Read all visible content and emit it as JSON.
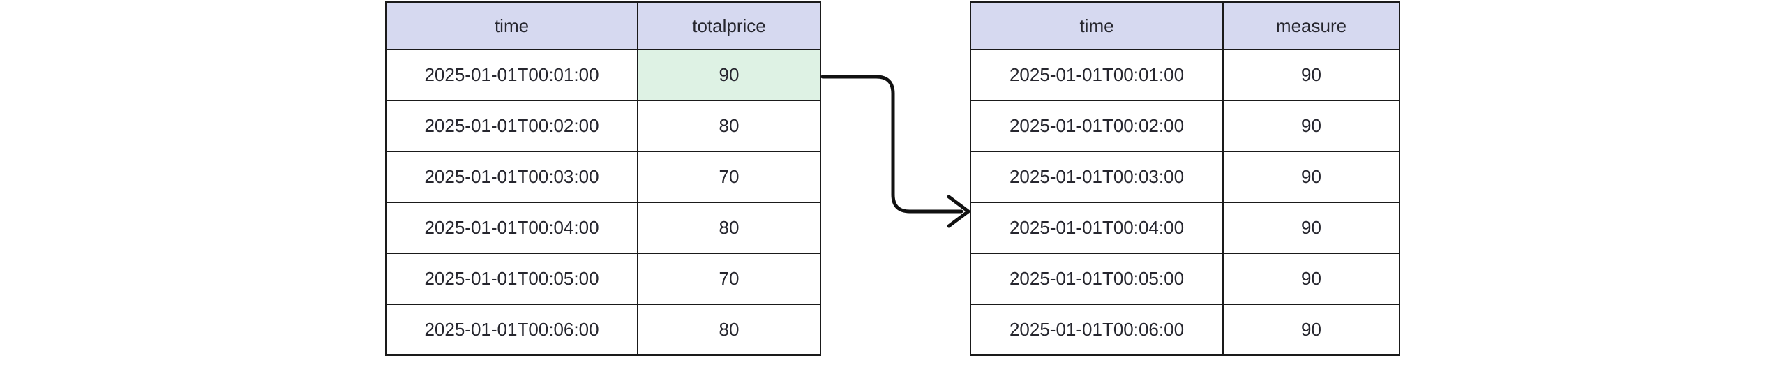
{
  "diagram": {
    "source_table": {
      "headers": {
        "time": "time",
        "value": "totalprice"
      },
      "rows": [
        {
          "time": "2025-01-01T00:01:00",
          "value": "90"
        },
        {
          "time": "2025-01-01T00:02:00",
          "value": "80"
        },
        {
          "time": "2025-01-01T00:03:00",
          "value": "70"
        },
        {
          "time": "2025-01-01T00:04:00",
          "value": "80"
        },
        {
          "time": "2025-01-01T00:05:00",
          "value": "70"
        },
        {
          "time": "2025-01-01T00:06:00",
          "value": "80"
        }
      ],
      "highlighted_cell": {
        "row_index": 0,
        "column": "totalprice",
        "value": "90"
      }
    },
    "result_table": {
      "headers": {
        "time": "time",
        "value": "measure"
      },
      "rows": [
        {
          "time": "2025-01-01T00:01:00",
          "value": "90"
        },
        {
          "time": "2025-01-01T00:02:00",
          "value": "90"
        },
        {
          "time": "2025-01-01T00:03:00",
          "value": "90"
        },
        {
          "time": "2025-01-01T00:04:00",
          "value": "90"
        },
        {
          "time": "2025-01-01T00:05:00",
          "value": "90"
        },
        {
          "time": "2025-01-01T00:06:00",
          "value": "90"
        }
      ]
    },
    "colors": {
      "header_bg": "#d6d9f0",
      "highlight_bg": "#def2e4",
      "border": "#1a1a1a",
      "text": "#26262e",
      "arrow": "#111111"
    }
  }
}
